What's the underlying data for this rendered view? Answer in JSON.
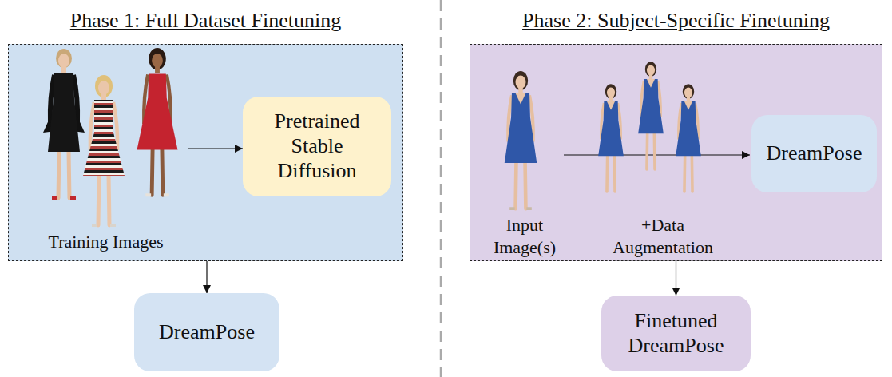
{
  "diagram": {
    "nodes": [
      {
        "text": [
          "Phase 1: Full Dataset Finetuning"
        ]
      },
      {
        "text": [
          "Pretrained Stable Diffusion"
        ],
        "in": 0
      },
      {
        "text": [
          "DreamPose"
        ]
      },
      {
        "text": [
          "Phase 2: Subject-Specific Finetuning"
        ]
      },
      {
        "text": [
          "DreamPose"
        ],
        "in": 3
      },
      {
        "text": [
          "Finetuned DreamPose"
        ]
      }
    ],
    "edges": [
      {
        "from": 0,
        "to": 2,
        "arrow": "to"
      },
      {
        "from": 3,
        "to": 5,
        "arrow": "to"
      }
    ],
    "labels": [
      "Training Images",
      "Input Image(s)",
      "+Data Augmentation"
    ]
  }
}
